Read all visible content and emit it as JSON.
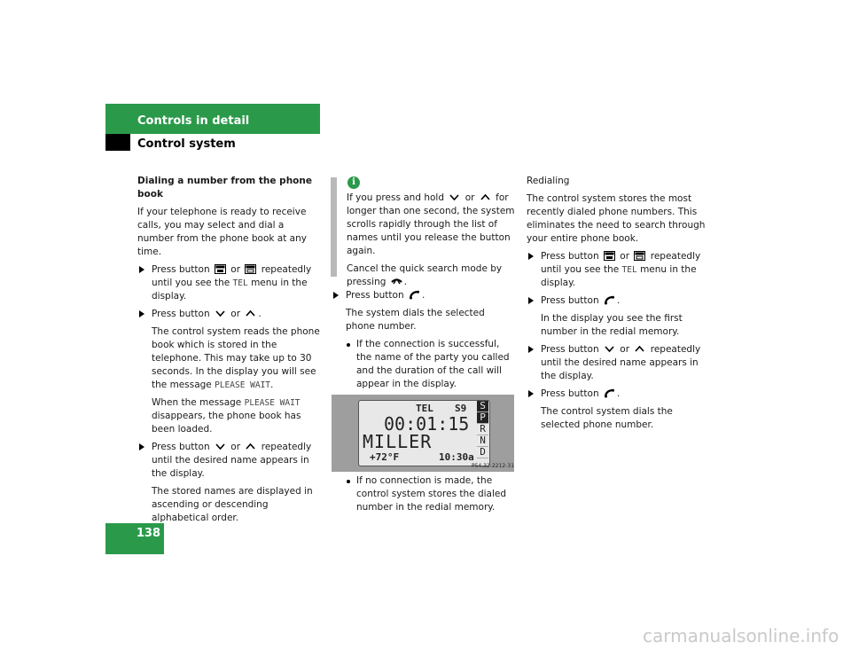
{
  "header": {
    "title": "Controls in detail",
    "subtitle": "Control system"
  },
  "page_number": "138",
  "colors": {
    "accent": "#2a9a4a"
  },
  "left": {
    "heading": "Dialing a number from the phone book",
    "intro": "If your telephone is ready to receive calls, you may select and dial a number from the phone book at any time.",
    "s1a": "Press button",
    "s1b": "or",
    "s1c": "repeatedly until you see the",
    "s1tel": "TEL",
    "s1d": "menu in the display.",
    "s2a": "Press button",
    "s2b": "or",
    "s2c": ".",
    "p1": "The control system reads the phone book which is stored in the telephone. This may take up to 30 seconds. In the display you will see the message",
    "p1msg": "PLEASE WAIT",
    "p1end": ".",
    "p2a": "When the message",
    "p2msg": "PLEASE WAIT",
    "p2b": "disappears, the phone book has been loaded.",
    "s3a": "Press button",
    "s3b": "or",
    "s3c": "repeatedly until the desired name appears in the display.",
    "p3": "The stored names are displayed in ascending or descending alphabetical order."
  },
  "middle": {
    "info1a": "If you press and hold",
    "info1b": "or",
    "info1c": "for longer than one second, the system scrolls rapidly through the list of names until you release the button again.",
    "info2a": "Cancel the quick search mode by pressing",
    "info2b": ".",
    "s1a": "Press button",
    "s1b": ".",
    "p1": "The system dials the selected phone number.",
    "b1": "If the connection is successful, the name of the party you called and the duration of the call will appear in the display.",
    "b2": "If no connection is made, the control system stores the dialed number in the redial memory.",
    "display": {
      "tel": "TEL",
      "signal": "S9",
      "timer": "00:01:15",
      "name": "MILLER",
      "temp": "+72°F",
      "clock": "10:30a",
      "gears": [
        "S",
        "P",
        "R",
        "N",
        "D"
      ],
      "active_gear": "P",
      "figure_id": "P54.32-2212-31"
    }
  },
  "right": {
    "heading": "Redialing",
    "intro": "The control system stores the most recently dialed phone numbers. This eliminates the need to search through your entire phone book.",
    "s1a": "Press button",
    "s1b": "or",
    "s1c": "repeatedly until you see the",
    "s1tel": "TEL",
    "s1d": "menu in the display.",
    "s2a": "Press button",
    "s2b": ".",
    "p1": "In the display you see the first number in the redial memory.",
    "s3a": "Press button",
    "s3b": "or",
    "s3c": "repeatedly until the desired name appears in the display.",
    "s4a": "Press button",
    "s4b": ".",
    "p2": "The control system dials the selected phone number."
  },
  "icons": [
    "menu-prev-button-icon",
    "menu-next-button-icon",
    "scroll-down-button-icon",
    "scroll-up-button-icon",
    "call-answer-button-icon",
    "call-end-button-icon",
    "info-icon"
  ],
  "watermark": "carmanualsonline.info"
}
